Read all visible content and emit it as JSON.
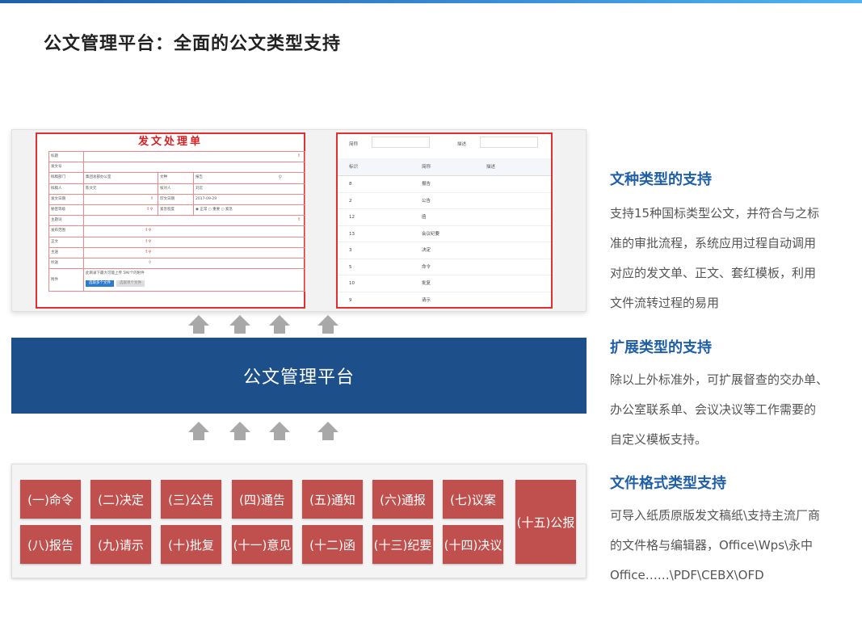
{
  "page_title": "公文管理平台：全面的公文类型支持",
  "form": {
    "title": "发文处理单",
    "rows": [
      {
        "label": "标题",
        "value": "",
        "mark": "!"
      },
      {
        "label": "发文号",
        "value": ""
      },
      {
        "label": "拟稿部门",
        "value": "集团总部办公室",
        "label2": "文种",
        "value2": "报告"
      },
      {
        "label": "拟稿人",
        "value": "陈文元",
        "label2": "核对人",
        "value2": "刘云"
      },
      {
        "label": "发文日期",
        "value": "",
        "label2": "印文日期",
        "value2": "2017-09-29"
      },
      {
        "label": "秘密等级",
        "value": "",
        "label2": "紧急程度",
        "value2": "◉ 正常 ○ 重要 ○ 紧急"
      },
      {
        "label": "主题词",
        "value": ""
      },
      {
        "label": "发布范围",
        "value": ""
      },
      {
        "label": "正文",
        "value": ""
      },
      {
        "label": "主送",
        "value": ""
      },
      {
        "label": "抄送",
        "value": ""
      }
    ],
    "attach_label": "附件",
    "attach_hint": "此目录下最大可能上传 5M/个的附件",
    "attach_btn": "选取多个文件",
    "attach_btn2": "选取单个文件"
  },
  "list": {
    "search_label1": "简称",
    "search_label2": "描述",
    "headers": [
      "标识",
      "简称",
      "描述"
    ],
    "rows": [
      {
        "id": "8",
        "name": "报告",
        "desc": ""
      },
      {
        "id": "2",
        "name": "公告",
        "desc": ""
      },
      {
        "id": "12",
        "name": "函",
        "desc": ""
      },
      {
        "id": "13",
        "name": "会议纪要",
        "desc": ""
      },
      {
        "id": "3",
        "name": "决定",
        "desc": ""
      },
      {
        "id": "5",
        "name": "命令",
        "desc": ""
      },
      {
        "id": "10",
        "name": "批复",
        "desc": ""
      },
      {
        "id": "9",
        "name": "请示",
        "desc": ""
      }
    ]
  },
  "platform_label": "公文管理平台",
  "categories": [
    "(一)命令",
    "(二)决定",
    "(三)公告",
    "(四)通告",
    "(五)通知",
    "(六)通报",
    "(七)议案",
    "(八)报告",
    "(九)请示",
    "(十)批复",
    "(十一)意见",
    "(十二)函",
    "(十三)纪要",
    "(十四)决议",
    "(十五)公报"
  ],
  "sections": [
    {
      "title": "文种类型的支持",
      "lines": [
        "支持15种国标类型公文，并符合与之标",
        "准的审批流程，系统应用过程自动调用",
        "对应的发文单、正文、套红模板，利用",
        "文件流转过程的易用"
      ]
    },
    {
      "title": "扩展类型的支持",
      "lines": [
        "除以上外标准外，可扩展督查的交办单、",
        "办公室联系单、会议决议等工作需要的",
        "自定义模板支持。"
      ]
    },
    {
      "title": "文件格式类型支持",
      "lines": [
        "可导入纸质原版发文稿纸\\支持主流厂商",
        "的文件格与编辑器，Office\\Wps\\永中",
        "Office……\\PDF\\CEBX\\OFD"
      ]
    }
  ],
  "colors": {
    "accent": "#1f5fa8",
    "platform": "#1d4f8b",
    "category": "#c0504d",
    "highlight": "#e03030"
  }
}
